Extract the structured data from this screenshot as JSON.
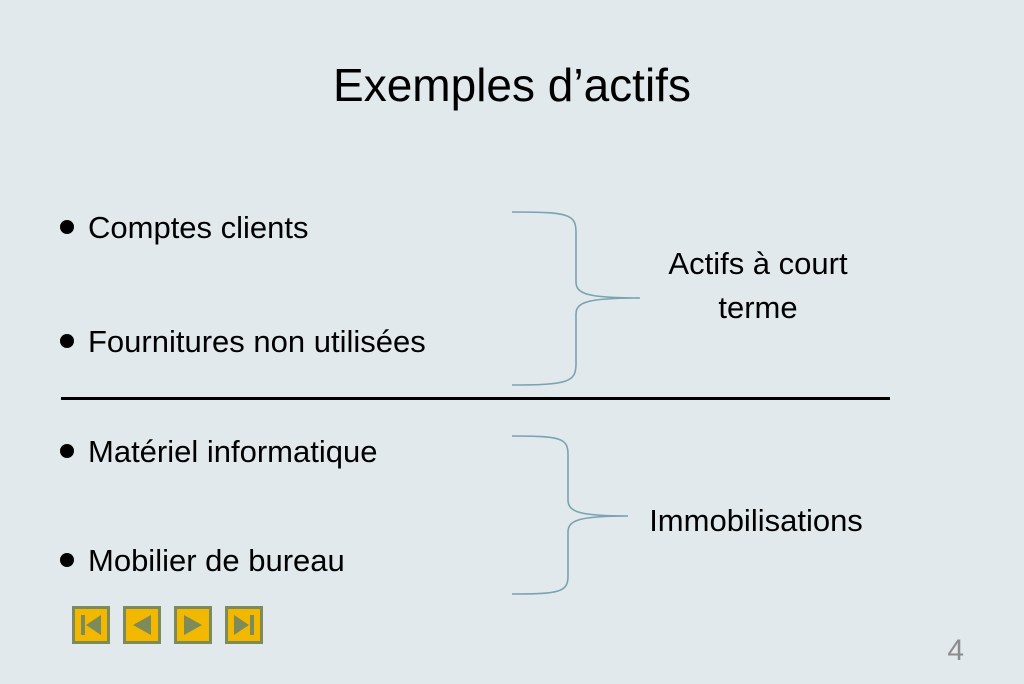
{
  "slide": {
    "title": "Exemples d’actifs",
    "page_number": "4"
  },
  "groups": [
    {
      "items": [
        "Comptes clients",
        "Fournitures non utilisées"
      ],
      "label_lines": [
        "Actifs à court",
        "terme"
      ]
    },
    {
      "items": [
        "Matériel informatique",
        "Mobilier de bureau"
      ],
      "label_lines": [
        "Immobilisations"
      ]
    }
  ],
  "navigation": {
    "buttons": [
      "first-slide",
      "previous-slide",
      "next-slide",
      "last-slide"
    ],
    "button_color": "#f2b800",
    "button_border_color": "#7d8a5a",
    "icon_color": "#7d8a5a"
  },
  "colors": {
    "background": "#e1e9ec",
    "brace": "#7aa3b0",
    "page_number": "#8c8c8c"
  }
}
